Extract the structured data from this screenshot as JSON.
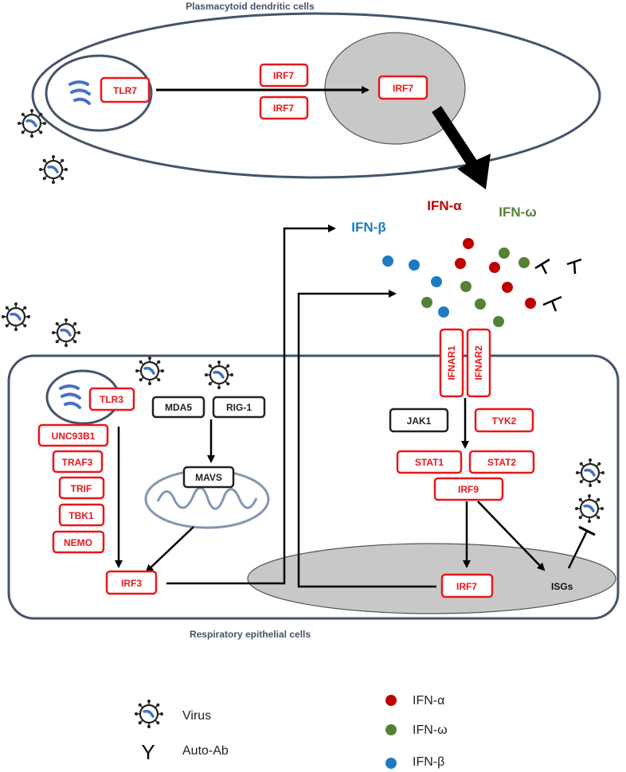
{
  "pdc": {
    "title": "Plasmacytoid dendritic cells",
    "tlr7": "TLR7",
    "irf7_a": "IRF7",
    "irf7_b": "IRF7",
    "irf7_nucleus": "IRF7"
  },
  "ifn_labels": {
    "alpha": "IFN-α",
    "omega": "IFN-ω",
    "beta": "IFN-β"
  },
  "epithelial": {
    "title": "Respiratory epithelial cells",
    "tlr3": "TLR3",
    "unc93b1": "UNC93B1",
    "traf3": "TRAF3",
    "trif": "TRIF",
    "tbk1": "TBK1",
    "nemo": "NEMO",
    "mda5": "MDA5",
    "rig1": "RIG-1",
    "mavs": "MAVS",
    "irf3": "IRF3",
    "ifnar1": "IFNAR1",
    "ifnar2": "IFNAR2",
    "jak1": "JAK1",
    "tyk2": "TYK2",
    "stat1": "STAT1",
    "stat2": "STAT2",
    "irf9": "IRF9",
    "irf7": "IRF7",
    "isgs": "ISGs"
  },
  "legend": {
    "virus": "Virus",
    "autoab": "Auto-Ab",
    "autoab_symbol": "Y",
    "ifn_alpha": "IFN-α",
    "ifn_omega": "IFN-ω",
    "ifn_beta": "IFN-β"
  },
  "colors": {
    "red_box": "#e8171b",
    "cell_border": "#44546a",
    "nucleus": "#c8c8c8",
    "ifn_alpha": "#c00000",
    "ifn_omega": "#548235",
    "ifn_beta": "#1f7bc0",
    "title_text": "#44546a"
  }
}
